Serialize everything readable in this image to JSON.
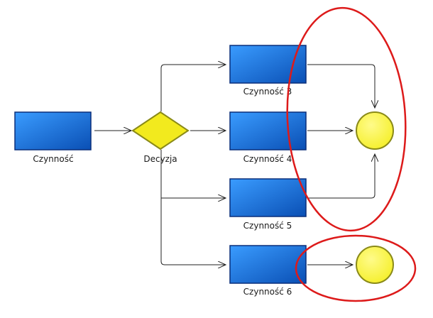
{
  "diagram": {
    "nodes": {
      "activity_main": {
        "label": "Czynność"
      },
      "decision": {
        "label": "Decyzja"
      },
      "activity_3": {
        "label": "Czynność 3"
      },
      "activity_4": {
        "label": "Czynność 4"
      },
      "activity_5": {
        "label": "Czynność 5"
      },
      "activity_6": {
        "label": "Czynność 6"
      }
    },
    "colors": {
      "activity_fill_light": "#3a9cff",
      "activity_fill_dark": "#0a4fb4",
      "activity_border": "#0a2f7a",
      "decision_fill": "#f2ea1e",
      "decision_border": "#8a8a18",
      "end_fill": "#f5ef2a",
      "end_border": "#8a8a18",
      "connector": "#222222",
      "highlight_oval": "#dd1a1a"
    }
  }
}
